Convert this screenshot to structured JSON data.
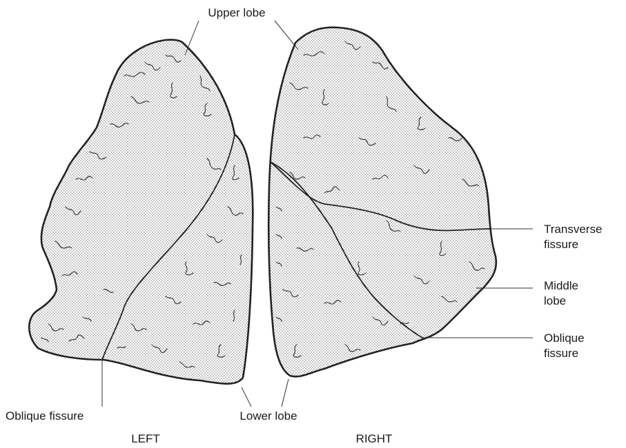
{
  "labels": {
    "upper_lobe": "Upper lobe",
    "lower_lobe": "Lower lobe",
    "oblique_fissure_left": "Oblique fissure",
    "transverse_fissure_line1": "Transverse",
    "transverse_fissure_line2": "fissure",
    "middle_lobe_line1": "Middle",
    "middle_lobe_line2": "lobe",
    "oblique_fissure_right_line1": "Oblique",
    "oblique_fissure_right_line2": "fissure",
    "left_caption": "LEFT",
    "right_caption": "RIGHT"
  },
  "colors": {
    "ink": "#222222",
    "background": "#ffffff",
    "stipple": "#555555"
  }
}
